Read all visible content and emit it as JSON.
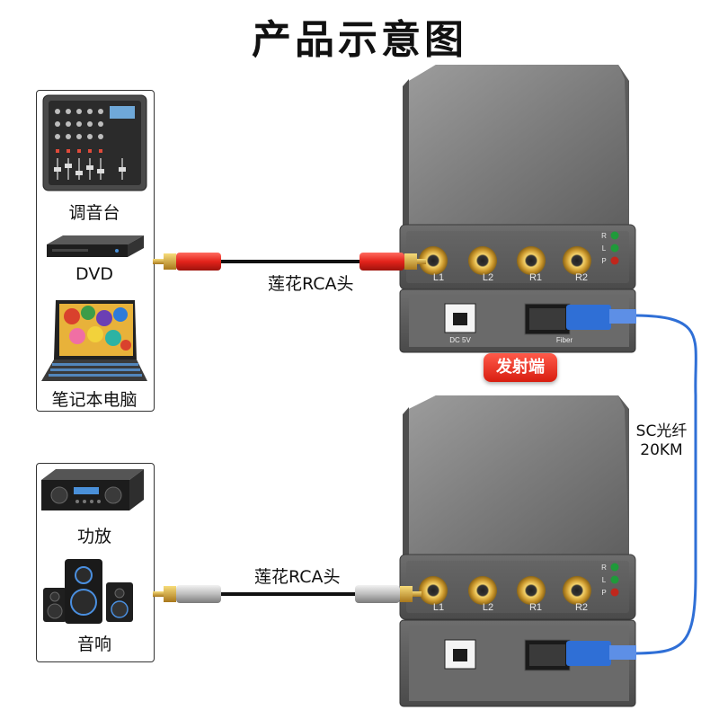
{
  "title": "产品示意图",
  "sources": {
    "items": [
      {
        "label": "调音台",
        "icon": "mixing-console-icon"
      },
      {
        "label": "DVD",
        "icon": "dvd-player-icon"
      },
      {
        "label": "笔记本电脑",
        "icon": "laptop-icon"
      }
    ]
  },
  "outputs": {
    "items": [
      {
        "label": "功放",
        "icon": "amplifier-icon"
      },
      {
        "label": "音响",
        "icon": "speakers-icon"
      }
    ]
  },
  "cables": {
    "top_label": "莲花RCA头",
    "bottom_label": "莲花RCA头"
  },
  "transmitter": {
    "badge": "发射端",
    "jacks": [
      "L1",
      "L2",
      "R1",
      "R2"
    ],
    "leds": [
      "R",
      "L",
      "P"
    ],
    "power_port": "DC 5V",
    "fiber_port": "Fiber"
  },
  "receiver": {
    "jacks": [
      "L1",
      "L2",
      "R1",
      "R2"
    ],
    "leds": [
      "R",
      "L",
      "P"
    ]
  },
  "fiber": {
    "line1": "SC光纤",
    "line2": "20KM"
  },
  "colors": {
    "red_connector": "#e3231b",
    "silver_connector": "#c8c8c8",
    "fiber_blue": "#2f6fd6",
    "led_green": "#1f9a3a",
    "led_red": "#c0261c",
    "badge_red": "#e3231b"
  }
}
